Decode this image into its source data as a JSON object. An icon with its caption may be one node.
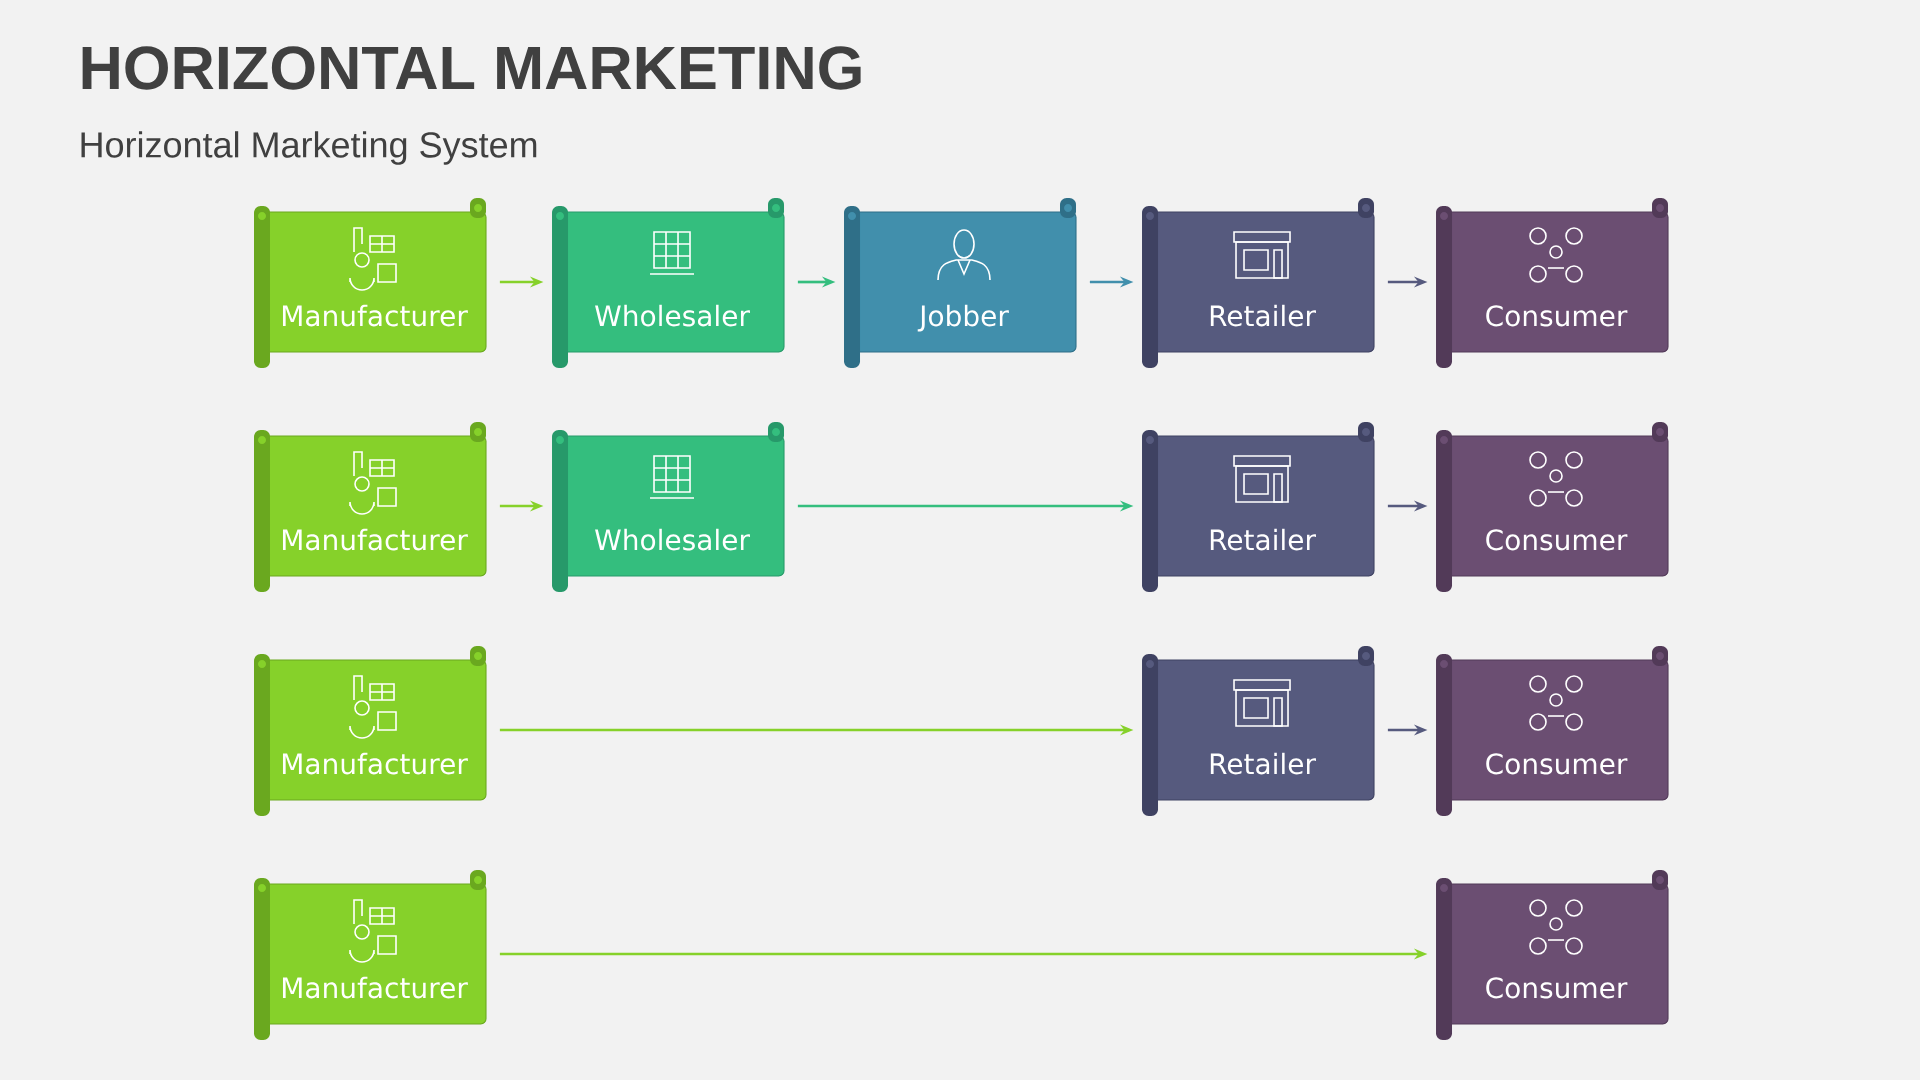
{
  "diagram": {
    "title": "HORIZONTAL MARKETING",
    "caption": "Horizontal Marketing System",
    "nodes": [
      {
        "text": [
          "Manufacturer"
        ]
      },
      {
        "text": [
          "Wholesaler"
        ]
      },
      {
        "text": [
          "Jobber"
        ]
      },
      {
        "text": [
          "Retailer"
        ]
      },
      {
        "text": [
          "Consumer"
        ]
      },
      {
        "text": [
          "Manufacturer"
        ]
      },
      {
        "text": [
          "Wholesaler"
        ]
      },
      {
        "text": [
          "Retailer"
        ]
      },
      {
        "text": [
          "Consumer"
        ]
      },
      {
        "text": [
          "Manufacturer"
        ]
      },
      {
        "text": [
          "Retailer"
        ]
      },
      {
        "text": [
          "Consumer"
        ]
      },
      {
        "text": [
          "Manufacturer"
        ]
      },
      {
        "text": [
          "Consumer"
        ]
      }
    ],
    "edges": [
      {
        "from": 0,
        "to": 1,
        "arrow": "to",
        "color": "#86d12a"
      },
      {
        "from": 1,
        "to": 2,
        "arrow": "to",
        "color": "#34be7e"
      },
      {
        "from": 2,
        "to": 3,
        "arrow": "to",
        "color": "#418fac"
      },
      {
        "from": 3,
        "to": 4,
        "arrow": "to",
        "color": "#565a7e"
      },
      {
        "from": 5,
        "to": 6,
        "arrow": "to",
        "color": "#86d12a"
      },
      {
        "from": 6,
        "to": 7,
        "arrow": "to",
        "color": "#34be7e"
      },
      {
        "from": 7,
        "to": 8,
        "arrow": "to",
        "color": "#565a7e"
      },
      {
        "from": 9,
        "to": 10,
        "arrow": "to",
        "color": "#86d12a"
      },
      {
        "from": 10,
        "to": 11,
        "arrow": "to",
        "color": "#565a7e"
      },
      {
        "from": 12,
        "to": 13,
        "arrow": "to",
        "color": "#86d12a"
      }
    ]
  }
}
